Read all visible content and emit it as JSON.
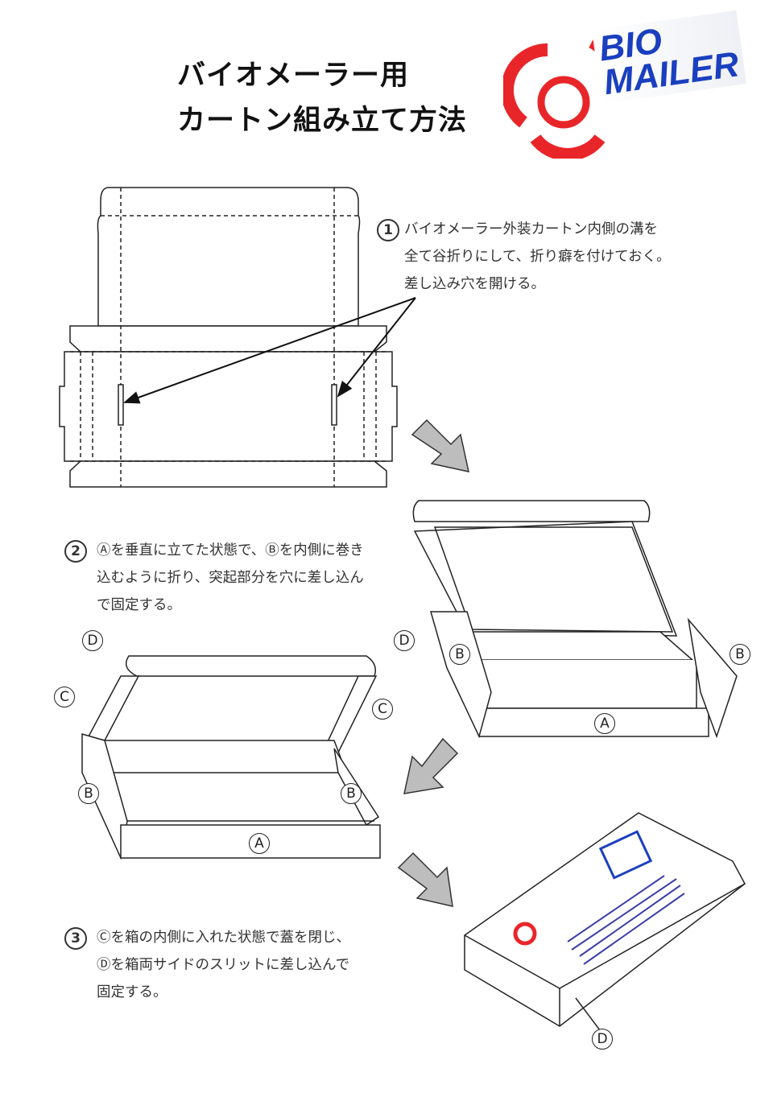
{
  "header": {
    "title_line1": "バイオメーラー用",
    "title_line2": "カートン組み立て方法",
    "logo_line1": "BIO",
    "logo_line2": "MAILER",
    "logo_colors": {
      "biohazard": "#e8262a",
      "text": "#1a3fbf"
    }
  },
  "steps": [
    {
      "number": "1",
      "lines": [
        "バイオメーラー外装カートン内側の溝を",
        "全て谷折りにして、折り癖を付けておく。",
        "差し込み穴を開ける。"
      ]
    },
    {
      "number": "2",
      "lines": [
        "Ⓐを垂直に立てた状態で、Ⓑを内側に巻き",
        "込むように折り、突起部分を穴に差し込ん",
        "で固定する。"
      ]
    },
    {
      "number": "3",
      "lines": [
        "Ⓒを箱の内側に入れた状態で蓋を閉じ、",
        "Ⓓを箱両サイドのスリットに差し込んで",
        "固定する。"
      ]
    }
  ],
  "labels": {
    "A": "A",
    "B": "B",
    "C": "C",
    "D": "D"
  },
  "arrow_color": "#bdbdbd"
}
